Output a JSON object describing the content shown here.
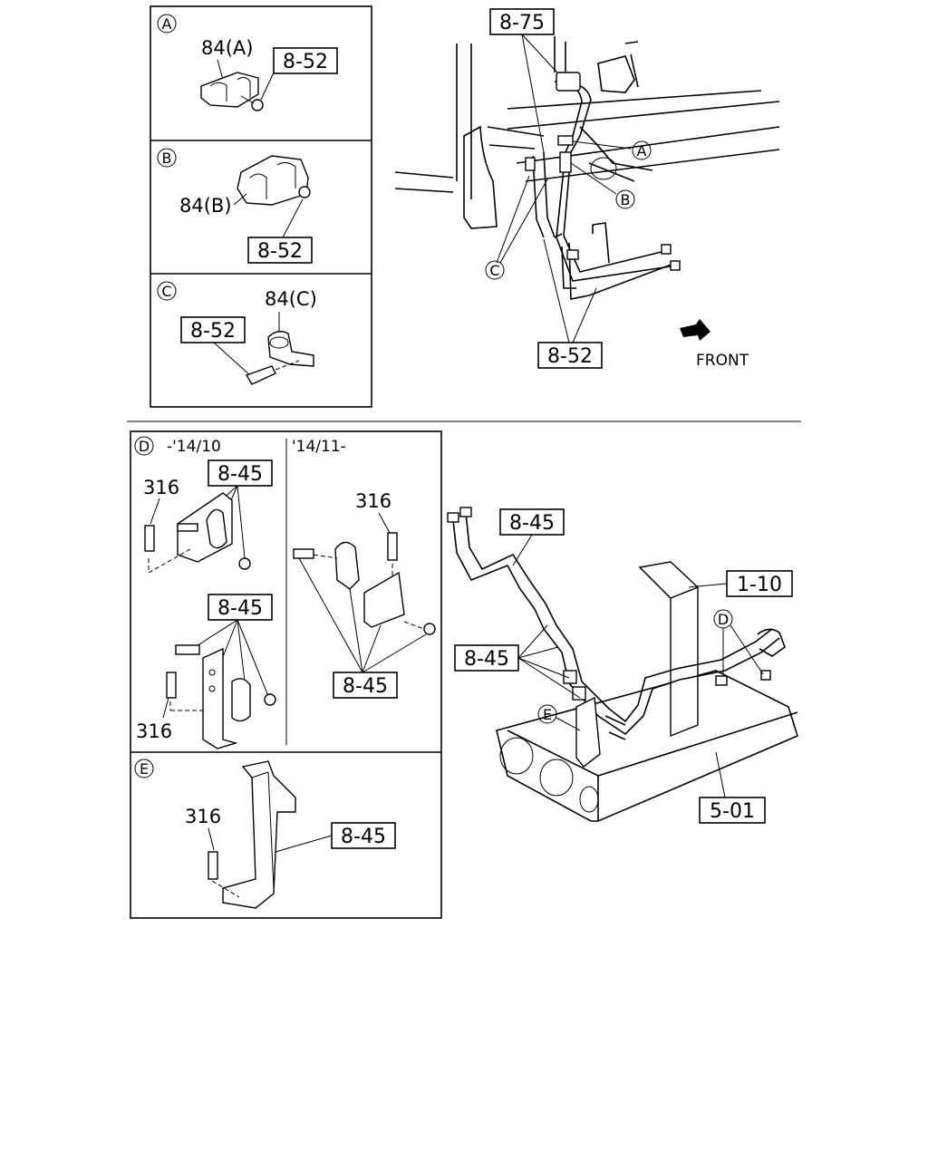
{
  "callouts": {
    "A": "A",
    "B": "B",
    "C": "C",
    "D": "D",
    "E": "E"
  },
  "labels": {
    "ref_8_52": "8-52",
    "ref_8_75": "8-75",
    "ref_8_45": "8-45",
    "ref_1_10": "1-10",
    "ref_5_01": "5-01",
    "part_84a": "84(A)",
    "part_84b": "84(B)",
    "part_84c": "84(C)",
    "part_316": "316",
    "front": "FRONT",
    "date_before": "-'14/10",
    "date_after": "'14/11-"
  }
}
